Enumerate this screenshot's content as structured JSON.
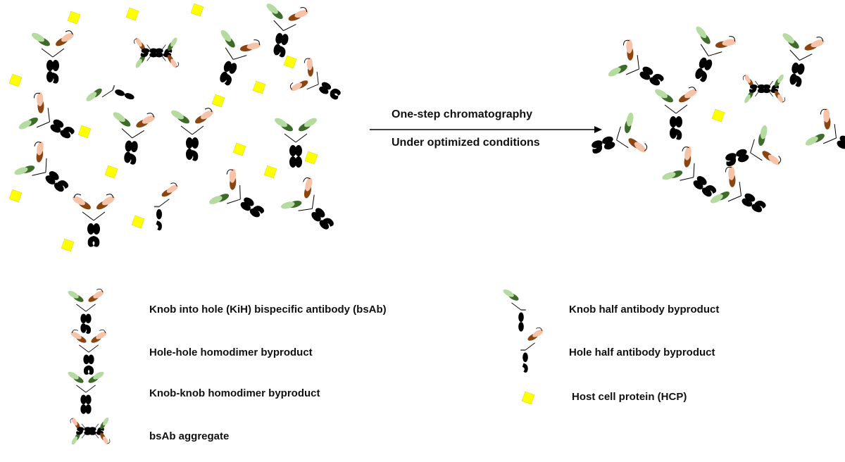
{
  "process": {
    "step_label": "One-step chromatography",
    "condition_label": "Under optimized conditions"
  },
  "legend": [
    {
      "type": "kih",
      "label": "Knob into hole (KiH) bispecific antibody (bsAb)"
    },
    {
      "type": "hole_hole",
      "label": "Hole-hole homodimer byproduct"
    },
    {
      "type": "knob_knob",
      "label": "Knob-knob homodimer byproduct"
    },
    {
      "type": "aggregate",
      "label": "bsAb aggregate"
    },
    {
      "type": "knob_half",
      "label": "Knob half antibody byproduct"
    },
    {
      "type": "hole_half",
      "label": "Hole half antibody byproduct"
    },
    {
      "type": "hcp",
      "label": "Host cell protein (HCP)"
    }
  ],
  "colors": {
    "knob_fab_dark": "#3f6b2a",
    "knob_fab_light": "#b5dba0",
    "hole_fab_dark": "#8b4513",
    "hole_fab_light": "#f4c3a8",
    "fc": "#000000",
    "hcp": "#ffff00",
    "hcp_stroke": "#d8d800"
  }
}
